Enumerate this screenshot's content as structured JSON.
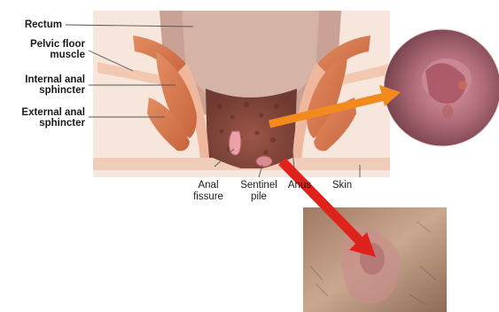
{
  "labels": {
    "rectum": "Rectum",
    "pelvic_floor_muscle": "Pelvic floor\nmuscle",
    "internal_anal_sphincter": "Internal anal\nsphincter",
    "external_anal_sphincter": "External anal\nsphincter",
    "anal_fissure": "Anal\nfissure",
    "sentinel_pile": "Sentinel\npile",
    "anus": "Anus",
    "skin": "Skin"
  },
  "colors": {
    "muscle": "#d9794f",
    "muscle_light": "#f0b79a",
    "background_panel": "#f6e6dc",
    "rectum_wall": "#c79a8c",
    "anal_canal": "#8a4a3e",
    "skin": "#f1d2c0",
    "orange_arrow": "#f28a1e",
    "red_arrow": "#e0221c",
    "leader_line": "#555555"
  },
  "icons": {
    "orange_arrow": "arrow-right-icon",
    "red_arrow": "arrow-down-right-icon"
  }
}
